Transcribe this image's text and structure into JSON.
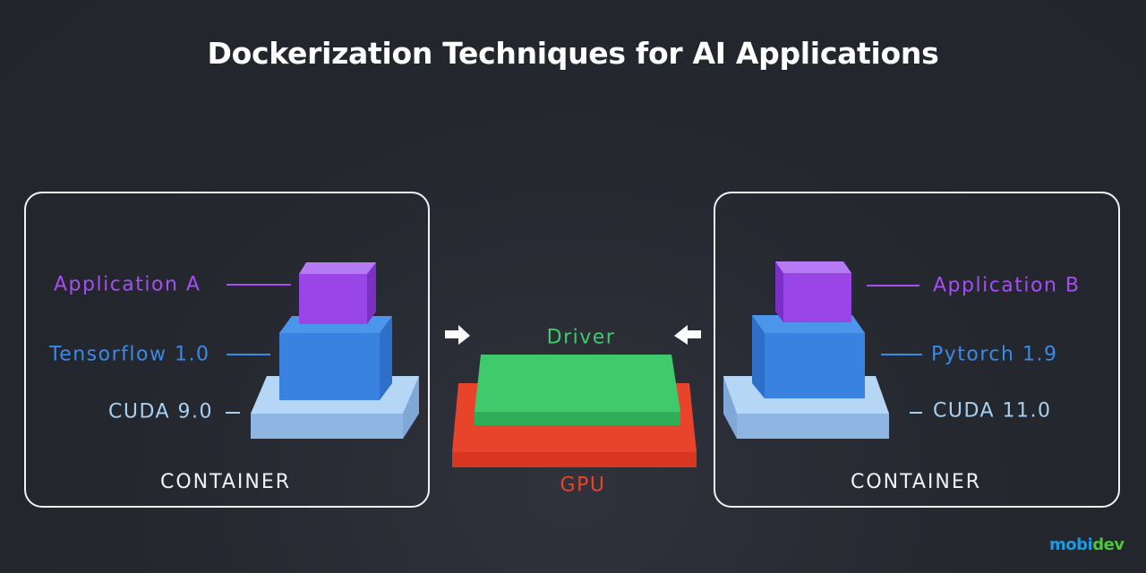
{
  "title": "Dockerization Techniques for AI Applications",
  "left_container": {
    "label": "CONTAINER",
    "layers": {
      "application": "Application A",
      "framework": "Tensorflow 1.0",
      "cuda": "CUDA 9.0"
    }
  },
  "right_container": {
    "label": "CONTAINER",
    "layers": {
      "application": "Application B",
      "framework": "Pytorch 1.9",
      "cuda": "CUDA 11.0"
    }
  },
  "shared": {
    "driver": "Driver",
    "gpu": "GPU"
  },
  "logo": {
    "text_a": "mobi",
    "text_b": "dev"
  },
  "colors": {
    "application": "#a64ef0",
    "framework": "#3a8ae8",
    "cuda": "#a8d0f5",
    "driver": "#3fcb6b",
    "gpu": "#e8442c",
    "background": "#24262f"
  }
}
